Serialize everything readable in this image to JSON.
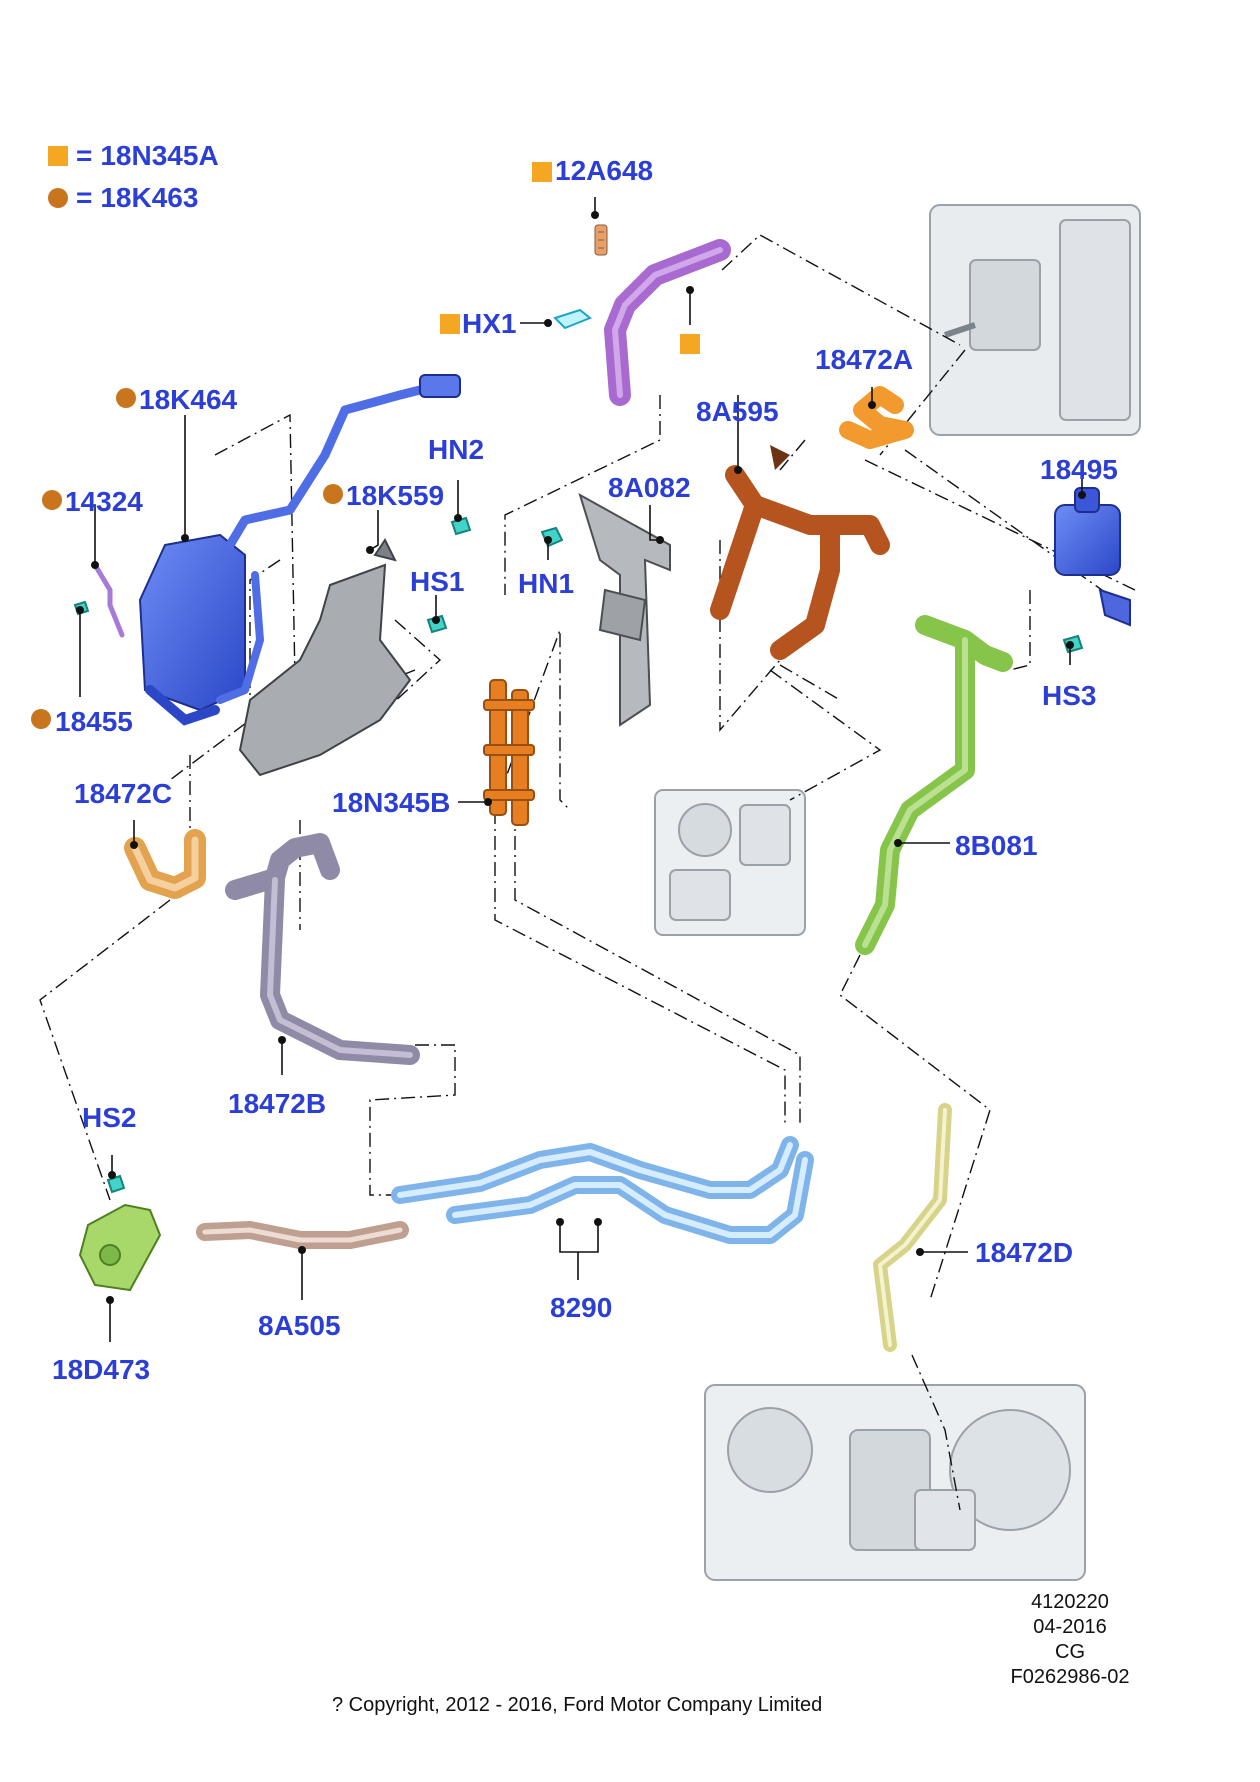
{
  "legend": [
    {
      "symbol": "square",
      "equals": "=",
      "code": "18N345A"
    },
    {
      "symbol": "circle",
      "equals": "=",
      "code": "18K463"
    }
  ],
  "colors": {
    "label": "#2b3fd6",
    "square_marker": "#f5a623",
    "circle_marker": "#c8751e"
  },
  "callouts": {
    "c12A648": "12A648",
    "HX1": "HX1",
    "c18K464": "18K464",
    "c14324": "14324",
    "c18K559": "18K559",
    "HN2": "HN2",
    "HS1": "HS1",
    "c18455": "18455",
    "c8A082": "8A082",
    "HN1": "HN1",
    "c8A595": "8A595",
    "c18472A": "18472A",
    "c18495": "18495",
    "HS3": "HS3",
    "c18472C": "18472C",
    "c18N345B": "18N345B",
    "c8B081": "8B081",
    "c18472B": "18472B",
    "HS2": "HS2",
    "c18D473": "18D473",
    "c8A505": "8A505",
    "c8290": "8290",
    "c18472D": "18472D"
  },
  "drawing_info": [
    "4120220",
    "04-2016",
    "CG",
    "F0262986-02"
  ],
  "copyright": "? Copyright, 2012 - 2016, Ford Motor Company Limited"
}
